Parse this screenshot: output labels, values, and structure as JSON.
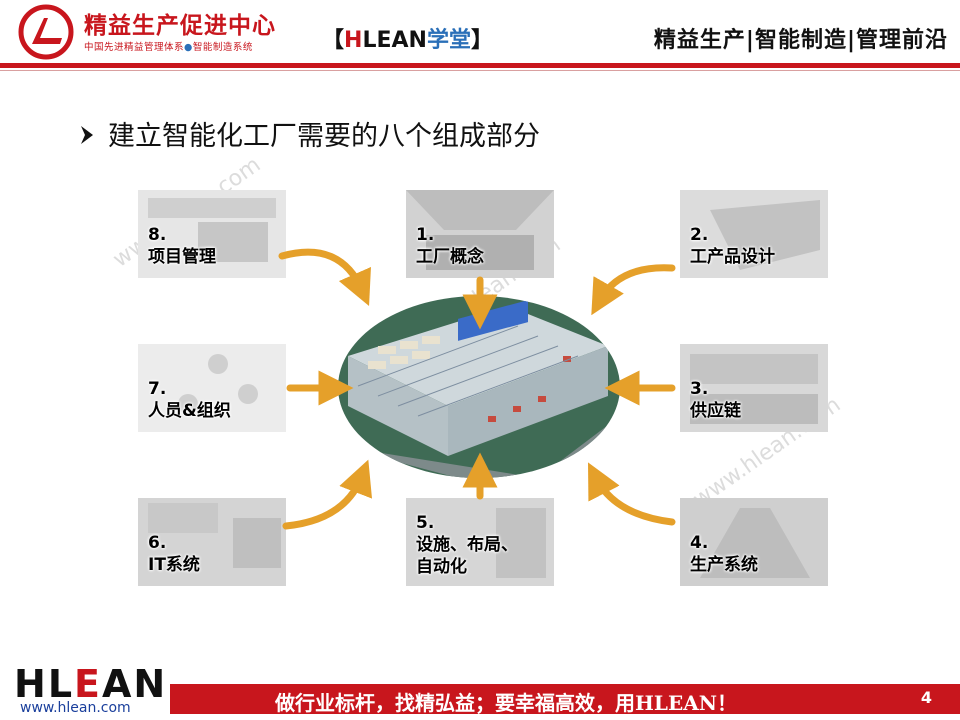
{
  "header": {
    "org_name": "精益生产促进中心",
    "org_sub_left": "中国先进精益管理体系",
    "org_sub_dot": "●",
    "org_sub_right": "智能制造系统",
    "brand_open": "【",
    "brand_h": "H",
    "brand_lean": "LEAN",
    "brand_xt": "学堂",
    "brand_close": "】",
    "tagline": "精益生产|智能制造|管理前沿"
  },
  "slide": {
    "title": "建立智能化工厂需要的八个组成部分"
  },
  "components": [
    {
      "id": "tile-1",
      "num": "1.",
      "lines": [
        "工厂概念"
      ]
    },
    {
      "id": "tile-2",
      "num": "2.",
      "lines": [
        "工产品设计"
      ]
    },
    {
      "id": "tile-3",
      "num": "3.",
      "lines": [
        "供应链"
      ]
    },
    {
      "id": "tile-4",
      "num": "4.",
      "lines": [
        "生产系统"
      ]
    },
    {
      "id": "tile-5",
      "num": "5.",
      "lines": [
        "设施、布局、",
        "自动化"
      ]
    },
    {
      "id": "tile-6",
      "num": "6.",
      "lines": [
        "IT系统"
      ]
    },
    {
      "id": "tile-7",
      "num": "7.",
      "lines": [
        "人员&组织"
      ]
    },
    {
      "id": "tile-8",
      "num": "8.",
      "lines": [
        "项目管理"
      ]
    }
  ],
  "watermark": "www.hlean.com",
  "footer": {
    "logo_h": "H",
    "logo_l": "L",
    "logo_e": "E",
    "logo_an": "AN",
    "url": "www.hlean.com",
    "slogan": "做行业标杆，找精弘益；要幸福高效，用HLEAN！",
    "page": "4"
  },
  "colors": {
    "brand_red": "#c8161d",
    "arrow_orange": "#e5a02a",
    "link_blue": "#1a3f9c"
  }
}
